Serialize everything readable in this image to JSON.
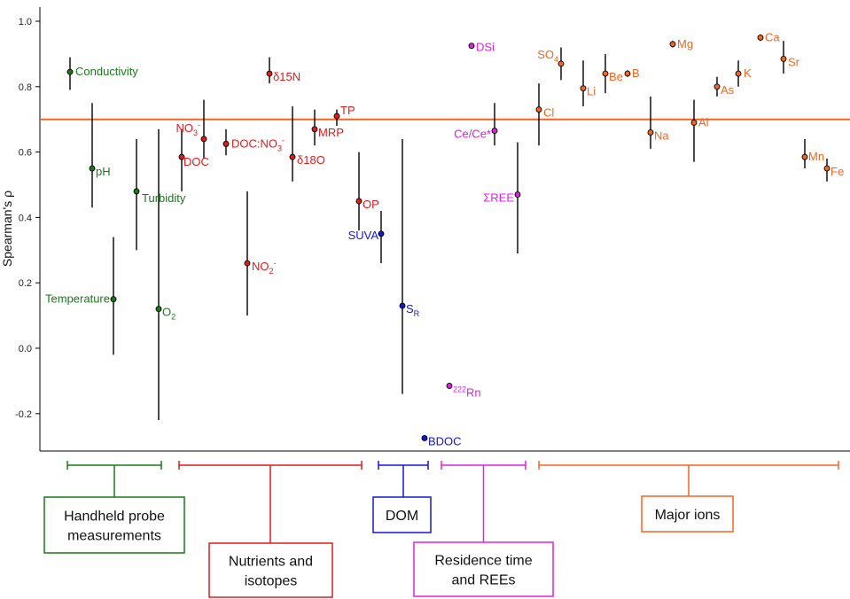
{
  "chart_data": {
    "type": "scatter",
    "ylabel": "Spearman's ρ",
    "ylim": [
      -0.3,
      1.05
    ],
    "yticks": [
      "-0.2",
      "0.0",
      "0.2",
      "0.4",
      "0.6",
      "0.8",
      "1.0"
    ],
    "threshold": 0.7,
    "threshold_color": "#f26522",
    "error_bars": true,
    "series": [
      {
        "color": "#1a7a1a",
        "points": [
          {
            "label": "Conductivity",
            "y": 0.845,
            "lo": 0.79,
            "hi": 0.89
          },
          {
            "label": "pH",
            "y": 0.55,
            "lo": 0.43,
            "hi": 0.75
          },
          {
            "label": "Turbidity",
            "y": 0.48,
            "lo": 0.3,
            "hi": 0.64
          },
          {
            "label": "Temperature",
            "y": 0.15,
            "lo": -0.02,
            "hi": 0.34
          },
          {
            "label": "O",
            "sub": "2",
            "y": 0.12,
            "lo": -0.22,
            "hi": 0.67
          }
        ]
      },
      {
        "color": "#e31a1c",
        "points": [
          {
            "label": "NO",
            "sub": "3",
            "sup": "-",
            "y": 0.64,
            "lo": 0.58,
            "hi": 0.76
          },
          {
            "label": "DOC",
            "y": 0.585,
            "lo": 0.48,
            "hi": 0.67
          },
          {
            "label": "DOC:NO",
            "sub": "3",
            "sup": "-",
            "y": 0.625,
            "lo": 0.59,
            "hi": 0.67
          },
          {
            "label": "NO",
            "sub": "2",
            "sup": "-",
            "y": 0.26,
            "lo": 0.1,
            "hi": 0.48
          },
          {
            "label": "δ15N",
            "y": 0.84,
            "lo": 0.81,
            "hi": 0.89
          },
          {
            "label": "δ18O",
            "y": 0.585,
            "lo": 0.51,
            "hi": 0.74
          },
          {
            "label": "MRP",
            "y": 0.67,
            "lo": 0.62,
            "hi": 0.73
          },
          {
            "label": "TP",
            "y": 0.71,
            "lo": 0.68,
            "hi": 0.73
          },
          {
            "label": "OP",
            "y": 0.45,
            "lo": 0.36,
            "hi": 0.6
          }
        ]
      },
      {
        "color": "#1515d6",
        "points": [
          {
            "label": "SUVA",
            "y": 0.35,
            "lo": 0.26,
            "hi": 0.42
          },
          {
            "label": "S",
            "sub": "R",
            "y": 0.13,
            "lo": -0.14,
            "hi": 0.64
          },
          {
            "label": "BDOC",
            "y": -0.275,
            "lo": -0.275,
            "hi": -0.275
          }
        ]
      },
      {
        "color": "#e020e0",
        "points": [
          {
            "label": "DSi",
            "y": 0.925,
            "lo": 0.925,
            "hi": 0.925
          },
          {
            "label": "Ce/Ce*",
            "y": 0.665,
            "lo": 0.62,
            "hi": 0.75
          },
          {
            "label": "ΣREE",
            "y": 0.47,
            "lo": 0.29,
            "hi": 0.63
          },
          {
            "label": "Rn",
            "pre": "222",
            "y": -0.115,
            "lo": -0.115,
            "hi": -0.115
          }
        ]
      },
      {
        "color": "#f26522",
        "points": [
          {
            "label": "SO",
            "sub": "4",
            "y": 0.87,
            "lo": 0.82,
            "hi": 0.92
          },
          {
            "label": "Li",
            "y": 0.795,
            "lo": 0.74,
            "hi": 0.88
          },
          {
            "label": "Be",
            "y": 0.84,
            "lo": 0.78,
            "hi": 0.9
          },
          {
            "label": "B",
            "y": 0.84,
            "lo": 0.83,
            "hi": 0.85
          },
          {
            "label": "Cl",
            "y": 0.73,
            "lo": 0.62,
            "hi": 0.81
          },
          {
            "label": "Mg",
            "y": 0.93,
            "lo": 0.92,
            "hi": 0.94
          },
          {
            "label": "Na",
            "y": 0.66,
            "lo": 0.61,
            "hi": 0.77
          },
          {
            "label": "As",
            "y": 0.8,
            "lo": 0.77,
            "hi": 0.83
          },
          {
            "label": "K",
            "y": 0.84,
            "lo": 0.8,
            "hi": 0.88
          },
          {
            "label": "Al",
            "y": 0.69,
            "lo": 0.57,
            "hi": 0.76
          },
          {
            "label": "Ca",
            "y": 0.95,
            "lo": 0.94,
            "hi": 0.96
          },
          {
            "label": "Sr",
            "y": 0.885,
            "lo": 0.84,
            "hi": 0.94
          },
          {
            "label": "Mn",
            "y": 0.585,
            "lo": 0.55,
            "hi": 0.64
          },
          {
            "label": "Fe",
            "y": 0.55,
            "lo": 0.51,
            "hi": 0.58
          }
        ]
      }
    ],
    "groups": [
      {
        "name": "Handheld probe measurements",
        "color": "#1a7a1a"
      },
      {
        "name": "Nutrients and isotopes",
        "color": "#e31a1c"
      },
      {
        "name": "DOM",
        "color": "#1515d6"
      },
      {
        "name": "Residence time and REEs",
        "color": "#e020e0"
      },
      {
        "name": "Major ions",
        "color": "#f26522"
      }
    ]
  }
}
